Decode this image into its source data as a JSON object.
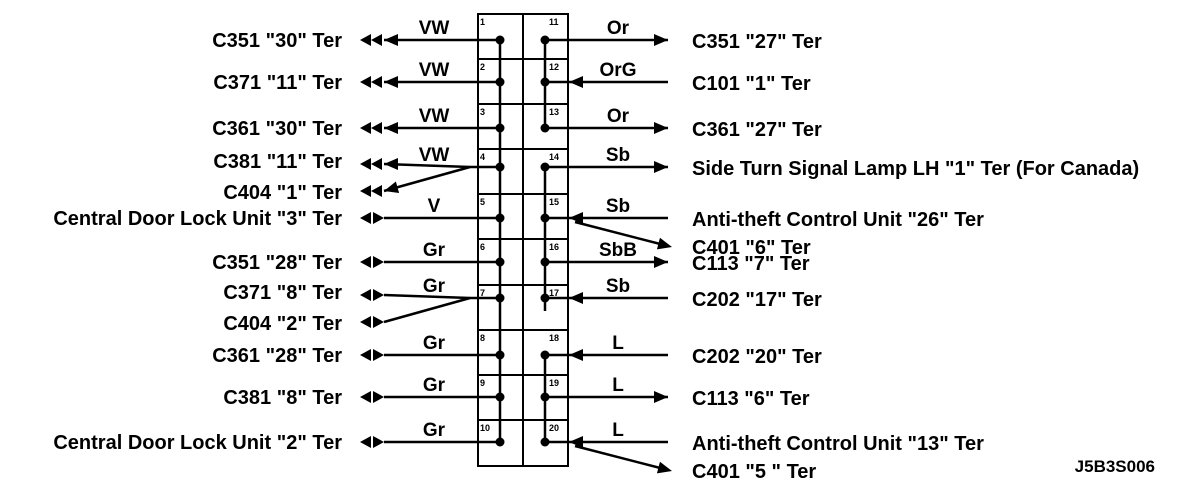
{
  "figure_code": "J5B3S006",
  "left": [
    {
      "pin": "1",
      "wire": "VW",
      "terminals": [
        "C351  \"30\" Ter"
      ],
      "kind": "male"
    },
    {
      "pin": "2",
      "wire": "VW",
      "terminals": [
        "C371  \"11\" Ter"
      ],
      "kind": "male"
    },
    {
      "pin": "3",
      "wire": "VW",
      "terminals": [
        "C361  \"30\" Ter"
      ],
      "kind": "male"
    },
    {
      "pin": "4",
      "wire": "VW",
      "terminals": [
        "C381  \"11\" Ter",
        "C404  \"1\" Ter"
      ],
      "kind": "male"
    },
    {
      "pin": "5",
      "wire": "V",
      "terminals": [
        "Central Door Lock Unit  \"3\" Ter"
      ],
      "kind": "female"
    },
    {
      "pin": "6",
      "wire": "Gr",
      "terminals": [
        "C351  \"28\" Ter"
      ],
      "kind": "female"
    },
    {
      "pin": "7",
      "wire": "Gr",
      "terminals": [
        "C371  \"8\" Ter",
        "C404  \"2\" Ter"
      ],
      "kind": "female"
    },
    {
      "pin": "8",
      "wire": "Gr",
      "terminals": [
        "C361  \"28\" Ter"
      ],
      "kind": "female"
    },
    {
      "pin": "9",
      "wire": "Gr",
      "terminals": [
        "C381  \"8\" Ter"
      ],
      "kind": "female"
    },
    {
      "pin": "10",
      "wire": "Gr",
      "terminals": [
        "Central Door Lock Unit  \"2\" Ter"
      ],
      "kind": "female"
    }
  ],
  "right": [
    {
      "pin": "11",
      "wire": "Or",
      "terminals": [
        "C351  \"27\" Ter"
      ],
      "dir": "out"
    },
    {
      "pin": "12",
      "wire": "OrG",
      "terminals": [
        "C101  \"1\" Ter"
      ],
      "dir": "in"
    },
    {
      "pin": "13",
      "wire": "Or",
      "terminals": [
        "C361  \"27\" Ter"
      ],
      "dir": "out"
    },
    {
      "pin": "14",
      "wire": "Sb",
      "terminals": [
        "Side Turn Signal Lamp LH \"1\" Ter (For Canada)"
      ],
      "dir": "out"
    },
    {
      "pin": "15",
      "wire": "Sb",
      "terminals": [
        "Anti-theft Control Unit  \"26\" Ter",
        "C401  \"6\" Ter"
      ],
      "dir": "in-split"
    },
    {
      "pin": "16",
      "wire": "SbB",
      "terminals": [
        "C113  \"7\" Ter"
      ],
      "dir": "out"
    },
    {
      "pin": "17",
      "wire": "Sb",
      "terminals": [
        "C202  \"17\" Ter"
      ],
      "dir": "in"
    },
    {
      "pin": "18",
      "wire": "L",
      "terminals": [
        "C202  \"20\" Ter"
      ],
      "dir": "in"
    },
    {
      "pin": "19",
      "wire": "L",
      "terminals": [
        "C113  \"6\" Ter"
      ],
      "dir": "out"
    },
    {
      "pin": "20",
      "wire": "L",
      "terminals": [
        "Anti-theft Control Unit  \"13\" Ter",
        "C401  \"5 \" Ter"
      ],
      "dir": "in-split"
    }
  ]
}
